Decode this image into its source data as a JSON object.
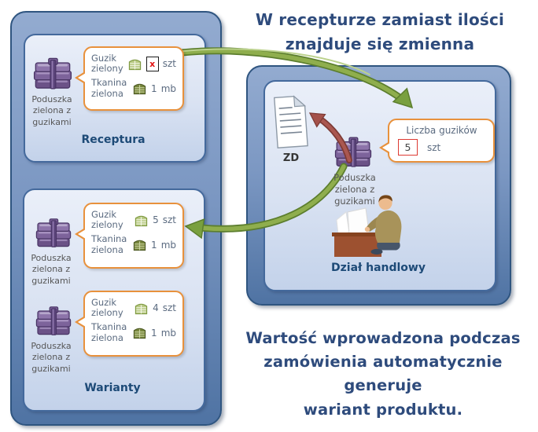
{
  "title": {
    "line1": "W recepturze zamiast ilości",
    "line2": "znajduje się zmienna"
  },
  "note": {
    "line1": "Wartość wprowadzona podczas",
    "line2": "zamówienia automatycznie generuje",
    "line3": "wariant produktu."
  },
  "receptura_panel": {
    "label": "Receptura",
    "product_name": "Poduszka zielona z guzikami",
    "bom": {
      "row1": {
        "item": "Guzik zielony",
        "icon": "commodity-icon-light-green",
        "qty": "x",
        "unit": "szt"
      },
      "row2": {
        "item": "Tkanina zielona",
        "icon": "commodity-icon-dark-green",
        "qty": "1",
        "unit": "mb"
      }
    }
  },
  "warianty_panel": {
    "label": "Warianty",
    "variant1": {
      "product_name": "Poduszka zielona z guzikami",
      "row1": {
        "item": "Guzik zielony",
        "icon": "commodity-icon-light-green",
        "qty": "5",
        "unit": "szt"
      },
      "row2": {
        "item": "Tkanina zielona",
        "icon": "commodity-icon-dark-green",
        "qty": "1",
        "unit": "mb"
      }
    },
    "variant2": {
      "product_name": "Poduszka zielona z guzikami",
      "row1": {
        "item": "Guzik zielony",
        "icon": "commodity-icon-light-green",
        "qty": "4",
        "unit": "szt"
      },
      "row2": {
        "item": "Tkanina zielona",
        "icon": "commodity-icon-dark-green",
        "qty": "1",
        "unit": "mb"
      }
    }
  },
  "sales_panel": {
    "label": "Dział handlowy",
    "document_label": "ZD",
    "product_name": "Poduszka zielona z guzikami",
    "variable_callout": {
      "label": "Liczba guzików",
      "value": "5",
      "unit": "szt"
    }
  },
  "colors": {
    "callout_border": "#e8913c",
    "panel_border": "#2f5580",
    "caption_navy": "#2e4b7c",
    "arrow_green": "#79a03f",
    "arrow_red": "#a4514a",
    "product_purple": "#7d639b",
    "variable_x_red": "#e21414",
    "value_box_red": "#dd3a33"
  }
}
